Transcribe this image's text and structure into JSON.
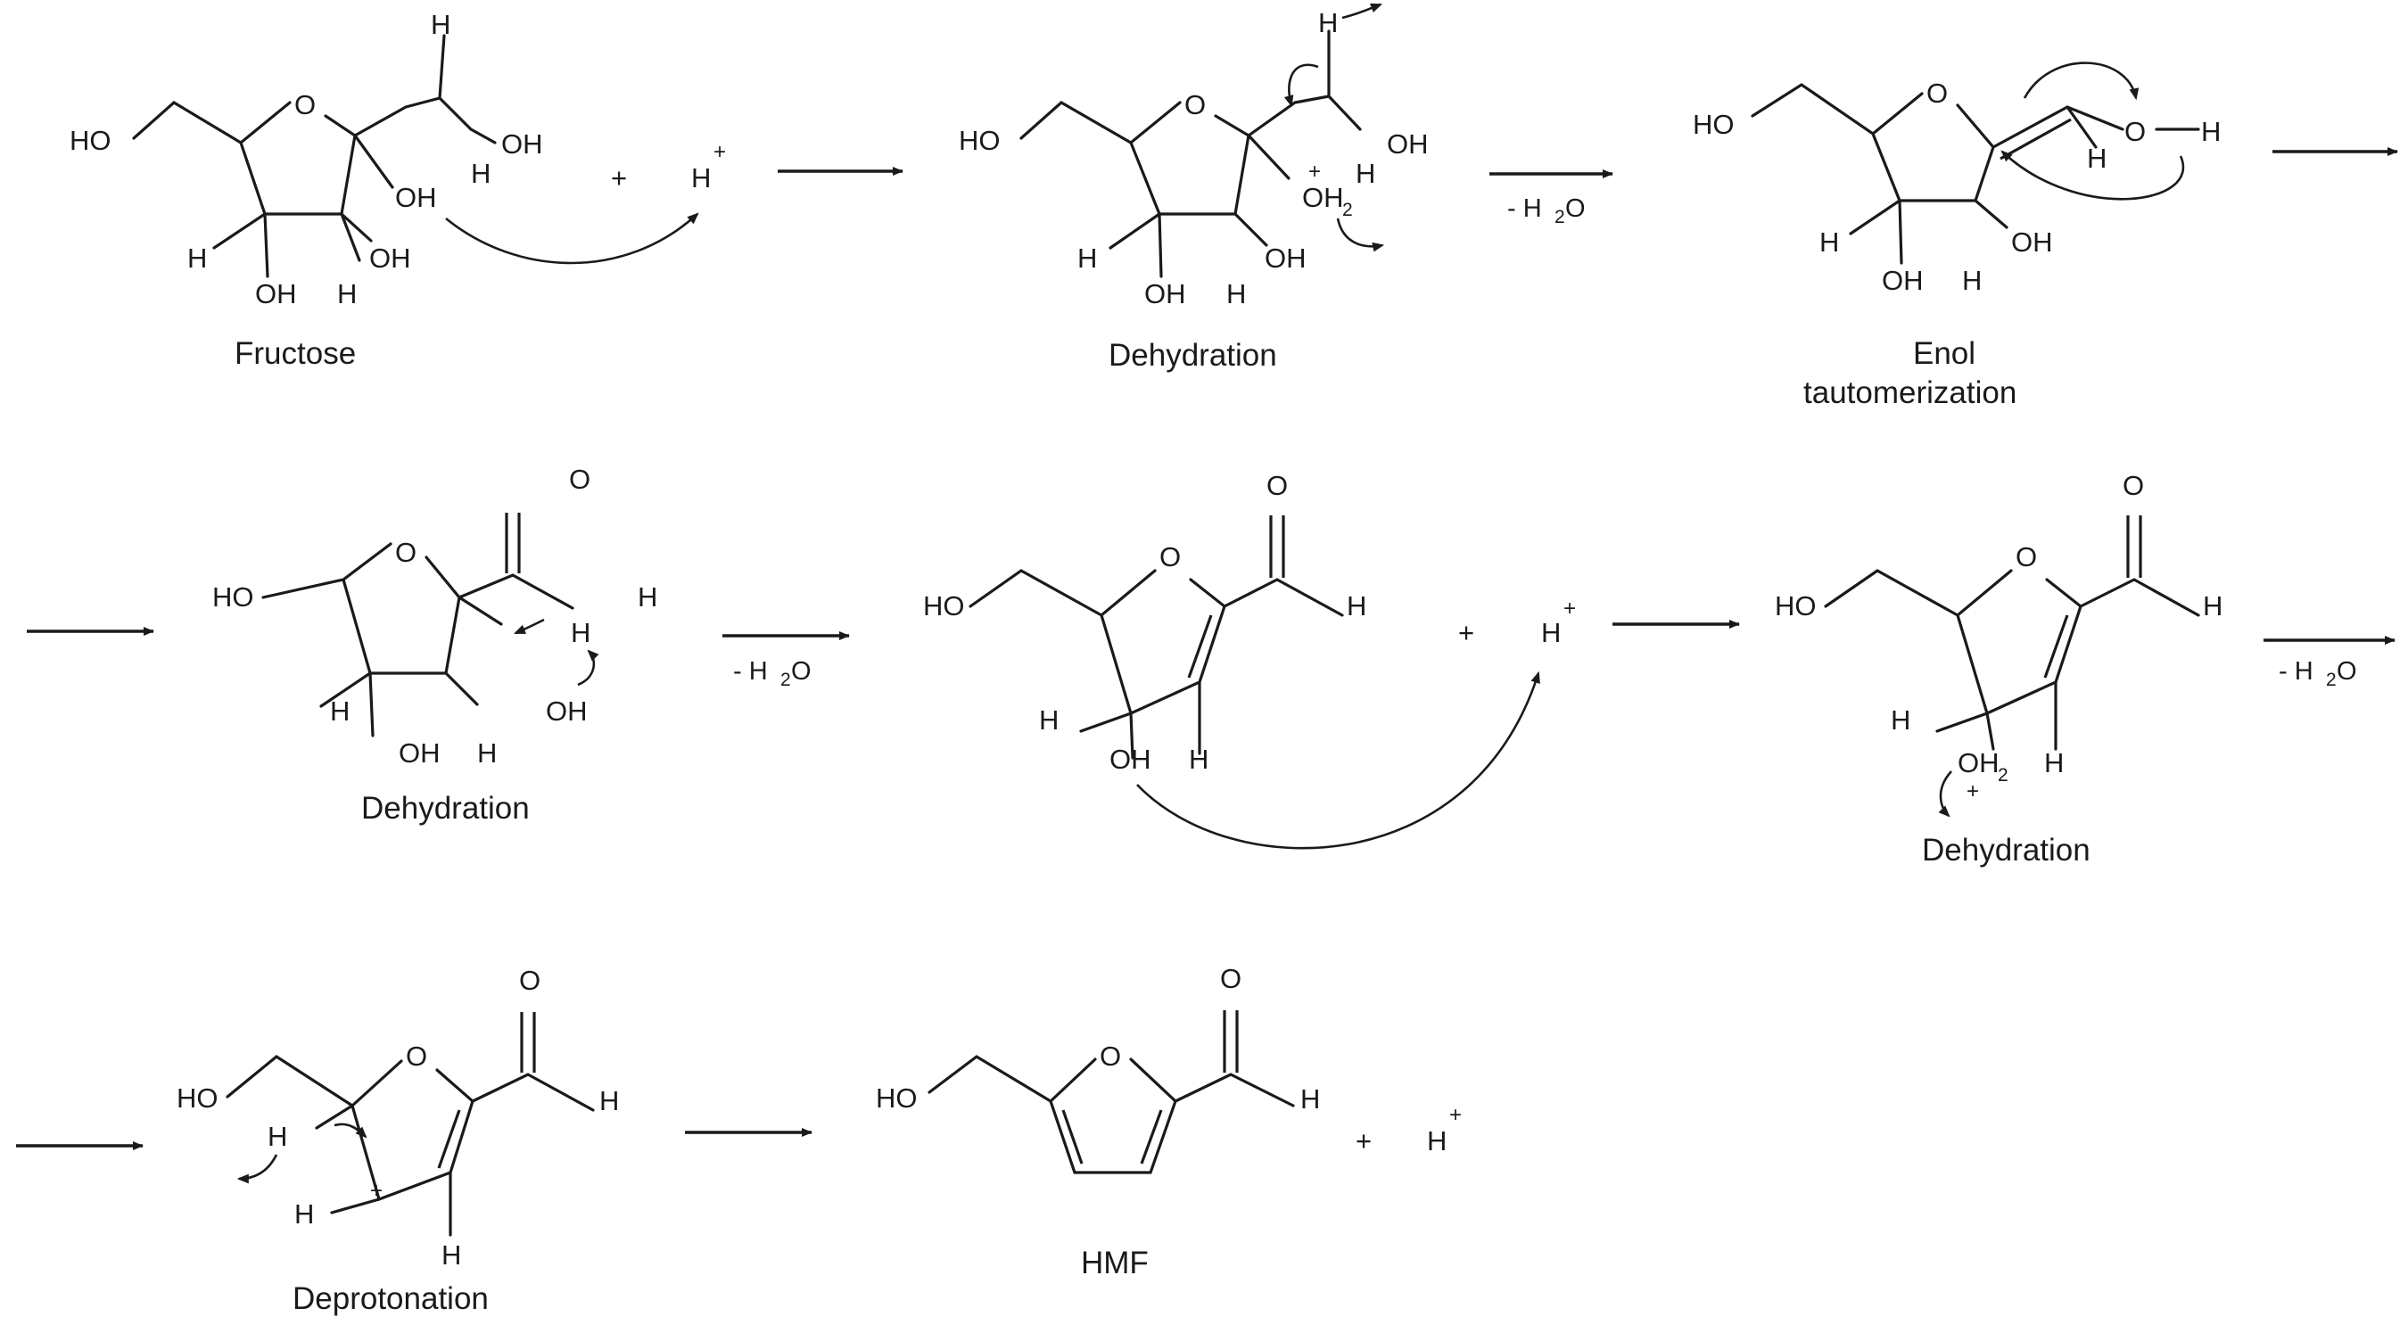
{
  "labels": {
    "fructose": "Fructose",
    "dehydration": "Dehydration",
    "enol_1": "Enol",
    "enol_2": "tautomerization",
    "deprotonation": "Deprotonation",
    "hmf": "HMF"
  },
  "conditions": {
    "minus_water": "- H",
    "water_sub": "2",
    "water_o": "O"
  },
  "atoms": {
    "ho": "HO",
    "oh": "OH",
    "o": "O",
    "h": "H",
    "oh2": "OH",
    "two": "2",
    "plus": "+",
    "proton": "H",
    "dot_plus": "+"
  }
}
